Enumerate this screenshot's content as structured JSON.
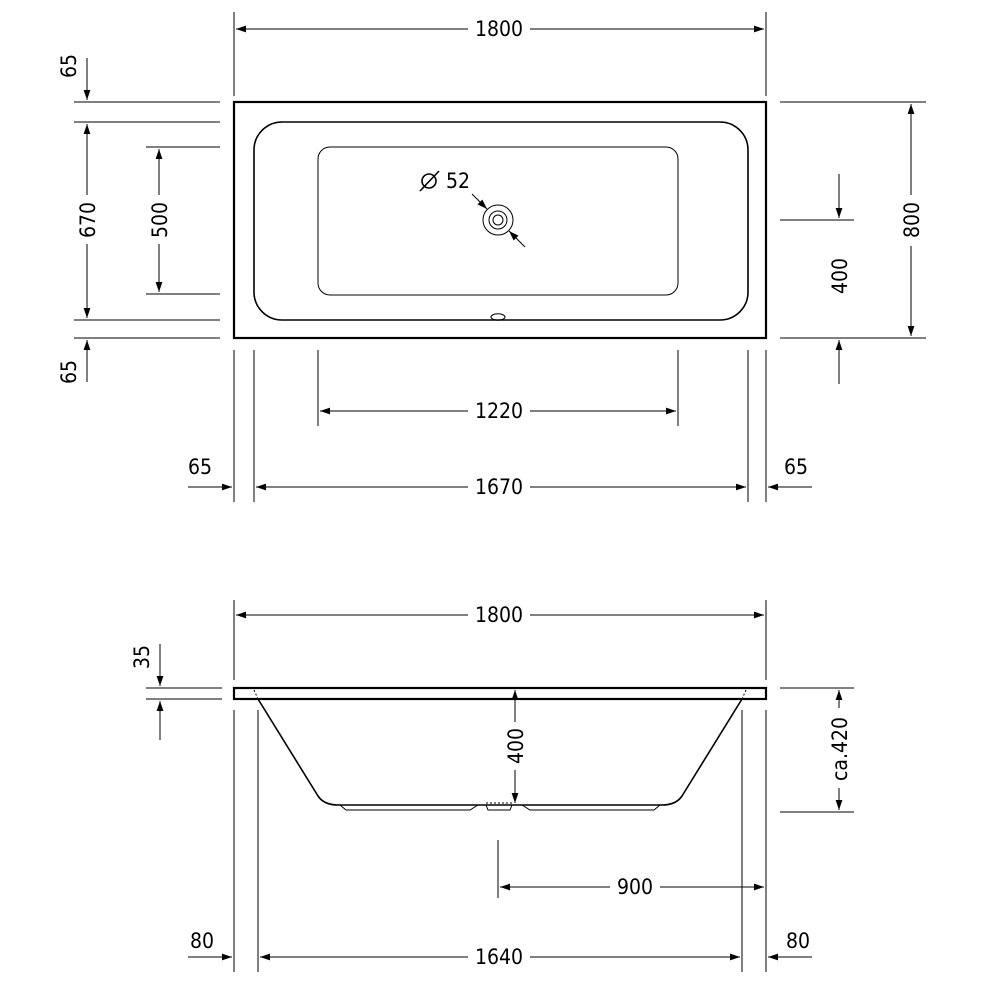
{
  "plan_view": {
    "overall_length": "1800",
    "overall_width": "800",
    "inner_width": "670",
    "floor_width": "500",
    "rim_top": "65",
    "rim_bottom": "65",
    "drain_offset": "400",
    "drain_diameter": "52",
    "floor_length": "1220",
    "inner_length": "1670",
    "rim_left": "65",
    "rim_right": "65"
  },
  "section_view": {
    "overall_length": "1800",
    "rim_thickness": "35",
    "depth": "400",
    "total_height": "ca.420",
    "drain_position": "900",
    "inner_length": "1640",
    "offset_left": "80",
    "offset_right": "80"
  }
}
